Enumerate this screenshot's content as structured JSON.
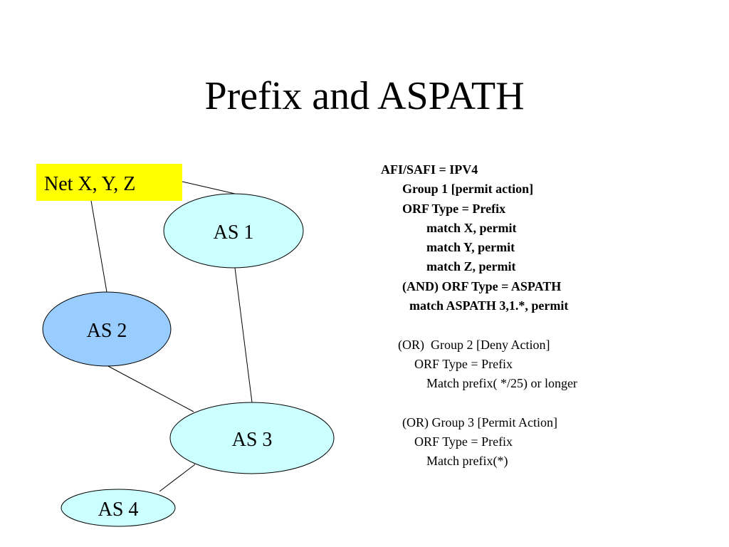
{
  "title": "Prefix and ASPATH",
  "net_box": {
    "label": "Net X, Y, Z",
    "color": "#ffff00"
  },
  "nodes": {
    "as1": {
      "label": "AS 1",
      "color": "#ccffff"
    },
    "as2": {
      "label": "AS 2",
      "color": "#99ccff"
    },
    "as3": {
      "label": "AS 3",
      "color": "#ccffff"
    },
    "as4": {
      "label": "AS 4",
      "color": "#ccffff"
    }
  },
  "edges": [
    [
      "net",
      "as1"
    ],
    [
      "net",
      "as2"
    ],
    [
      "as1",
      "as3"
    ],
    [
      "as2",
      "as3"
    ],
    [
      "as3",
      "as4"
    ]
  ],
  "rules": [
    {
      "text": "AFI/SAFI = IPV4",
      "bold": true
    },
    {
      "text": "Group 1 [permit action]",
      "bold": true
    },
    {
      "text": "ORF Type = Prefix",
      "bold": true
    },
    {
      "text": "match X, permit",
      "bold": true
    },
    {
      "text": "match Y, permit",
      "bold": true
    },
    {
      "text": "match Z, permit",
      "bold": true
    },
    {
      "text": "(AND) ORF Type = ASPATH",
      "bold": true
    },
    {
      "text": "match ASPATH 3,1.*, permit",
      "bold": true
    },
    {
      "text": "",
      "bold": false
    },
    {
      "text": "(OR)  Group 2 [Deny Action]",
      "bold": false
    },
    {
      "text": "ORF Type = Prefix",
      "bold": false
    },
    {
      "text": "Match prefix( */25) or longer",
      "bold": false
    },
    {
      "text": "",
      "bold": false
    },
    {
      "text": "(OR) Group 3 [Permit Action]",
      "bold": false
    },
    {
      "text": "ORF Type = Prefix",
      "bold": false
    },
    {
      "text": "Match prefix(*)",
      "bold": false
    }
  ]
}
